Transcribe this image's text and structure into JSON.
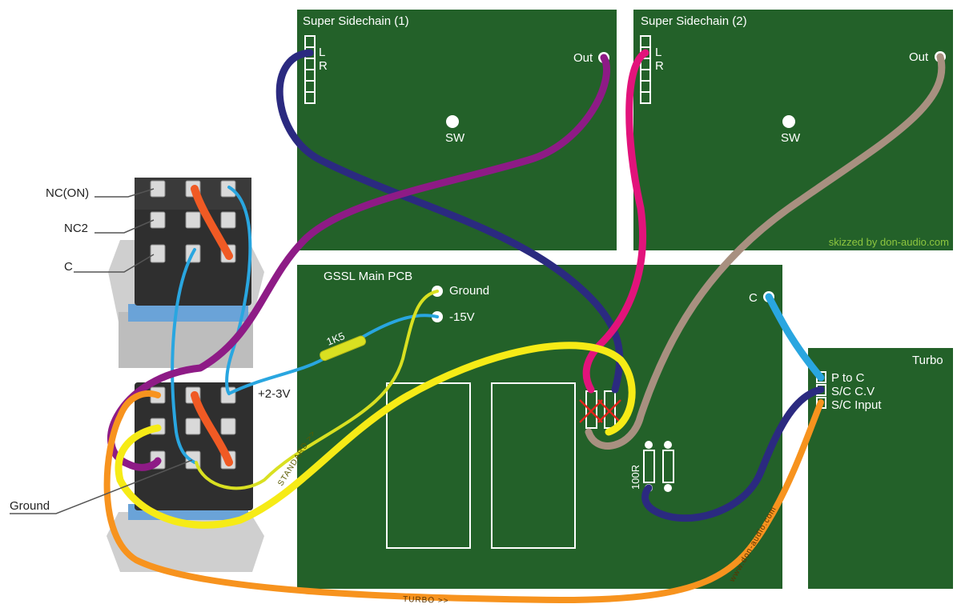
{
  "boards": {
    "sidechain1": {
      "title": "Super Sidechain (1)",
      "pin_l": "L",
      "pin_r": "R",
      "out": "Out",
      "sw": "SW"
    },
    "sidechain2": {
      "title": "Super Sidechain (2)",
      "pin_l": "L",
      "pin_r": "R",
      "out": "Out",
      "sw": "SW"
    },
    "main": {
      "title": "GSSL Main PCB",
      "ground": "Ground",
      "neg15": "-15V",
      "c": "C",
      "res_1k5": "1K5",
      "res_100r": "100R"
    },
    "turbo": {
      "title": "Turbo",
      "p_to_c": "P to C",
      "sc_cv": "S/C C.V",
      "sc_input": "S/C Input"
    }
  },
  "switch_labels": {
    "nc_on": "NC(ON)",
    "nc2": "NC2",
    "c": "C",
    "plus_v": "+2-3V",
    "ground": "Ground"
  },
  "wire_labels": {
    "standard": "STANDARD >>",
    "turbo": "TURBO >>",
    "url": "www.don-audio.com"
  },
  "credit": "skizzed by don-audio.com",
  "colors": {
    "board_green": "#236129",
    "wire_navy": "#2b2a80",
    "wire_purple": "#8e1b86",
    "wire_pink": "#e2137b",
    "wire_taupe": "#a89080",
    "wire_lightblue": "#29a6e0",
    "wire_yellow": "#f6eb16",
    "wire_lime": "#d9e021",
    "wire_orange": "#f7931e",
    "wire_red_orange": "#f05a24",
    "credit_color": "#8dc63f"
  }
}
